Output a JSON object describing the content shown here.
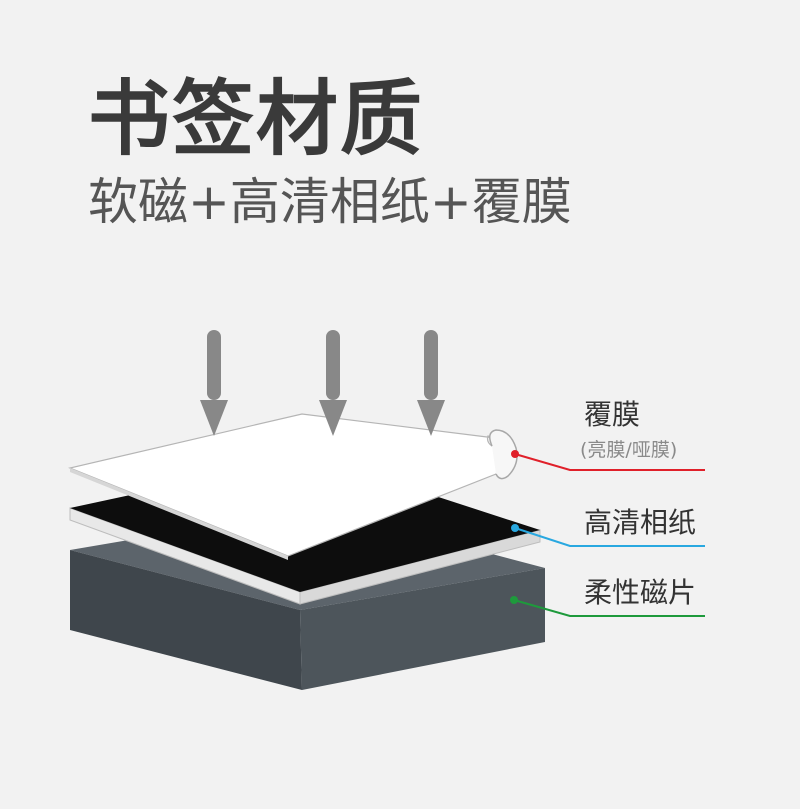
{
  "heading": {
    "title": "书签材质",
    "subtitle": "软磁+高清相纸+覆膜"
  },
  "layers": [
    {
      "name": "覆膜",
      "note": "(亮膜/哑膜)",
      "color": "#e0202a"
    },
    {
      "name": "高清相纸",
      "color": "#29a8e0"
    },
    {
      "name": "柔性磁片",
      "color": "#1e9a3c"
    }
  ],
  "icons": {
    "arrows": "down-arrow-icon"
  },
  "colors": {
    "background": "#f2f2f2",
    "magnet": "#4a5157",
    "photo_paper": "#111111",
    "film": "#ffffff",
    "arrow": "#888888"
  }
}
